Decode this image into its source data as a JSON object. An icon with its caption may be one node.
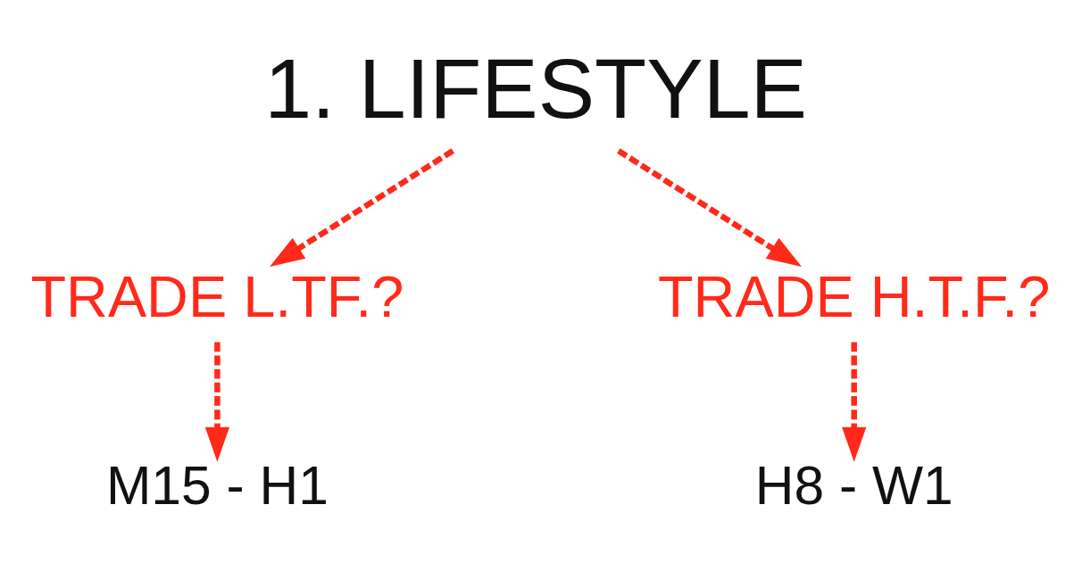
{
  "diagram": {
    "nodes": [
      {
        "text": [
          "1. LIFESTYLE"
        ]
      },
      {
        "text": [
          "TRADE L.TF.?"
        ]
      },
      {
        "text": [
          "TRADE H.T.F.?"
        ]
      },
      {
        "text": [
          "M15 - H1"
        ]
      },
      {
        "text": [
          "H8 - W1"
        ]
      }
    ],
    "edges": [
      {
        "from": 0,
        "to": 1,
        "arrow": "to",
        "style": "dashed",
        "color": "#ff2a1a"
      },
      {
        "from": 0,
        "to": 2,
        "arrow": "to",
        "style": "dashed",
        "color": "#ff2a1a"
      },
      {
        "from": 1,
        "to": 3,
        "arrow": "to",
        "style": "dashed",
        "color": "#ff2a1a"
      },
      {
        "from": 2,
        "to": 4,
        "arrow": "to",
        "style": "dashed",
        "color": "#ff2a1a"
      }
    ]
  }
}
